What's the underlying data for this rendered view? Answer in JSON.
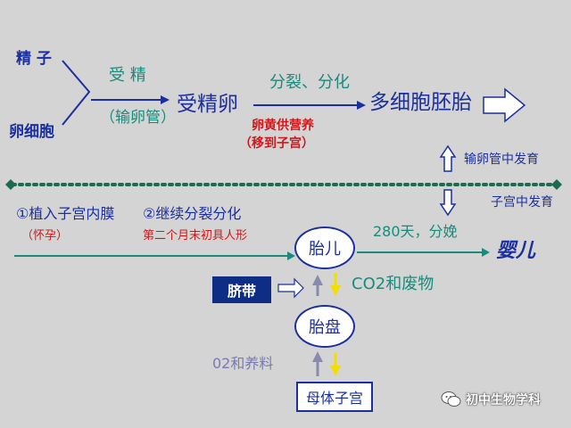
{
  "top": {
    "sperm": "精 子",
    "egg": "卵细胞",
    "fertilization": "受 精",
    "oviduct_paren": "（输卵管）",
    "zygote": "受精卵",
    "divide_diff": "分裂、分化",
    "embryo": "多细胞胚胎",
    "yolk_nutrition": "卵黄供营养",
    "move_uterus": "（移到子宫）",
    "oviduct_develop": "输卵管中发育"
  },
  "bottom": {
    "uterus_develop": "子宫中发育",
    "implant": "①植入子宫内膜",
    "pregnancy": "（怀孕）",
    "continue_divide": "②继续分裂分化",
    "second_month": "第二个月末初具人形",
    "fetus": "胎儿",
    "days_birth": "280天，分娩",
    "baby": "婴儿",
    "umbilical": "脐带",
    "co2_waste": "CO2和废物",
    "placenta": "胎盘",
    "o2_nutrients": "02和养料",
    "mother_uterus": "母体子宫",
    "watermark": "初中生物学科"
  }
}
